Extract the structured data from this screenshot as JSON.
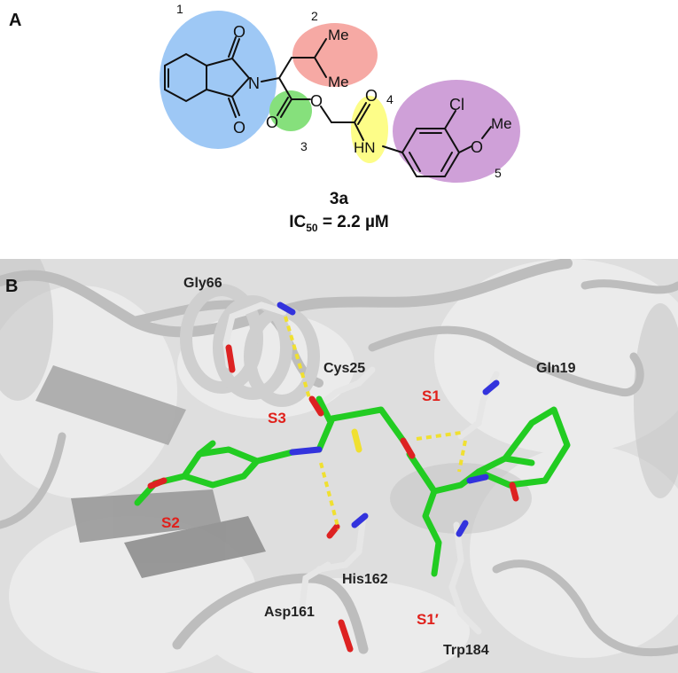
{
  "panel_a": {
    "letter": "A",
    "regions": [
      {
        "number": "1",
        "color": "#9ec8f5"
      },
      {
        "number": "2",
        "color": "#f6a9a4"
      },
      {
        "number": "3",
        "color": "#86e07c"
      },
      {
        "number": "4",
        "color": "#fdfd88"
      },
      {
        "number": "5",
        "color": "#cfa0d8"
      }
    ],
    "atoms": {
      "o_top": "O",
      "o_bottom": "O",
      "n_imide": "N",
      "me_top": "Me",
      "me_bottom": "Me",
      "o_ester_carbonyl": "O",
      "o_ester": "O",
      "o_amide": "O",
      "hn": "HN",
      "cl": "Cl",
      "o_methoxy": "O",
      "me_methoxy": "Me"
    },
    "compound_label": "3a",
    "ic50_prefix": "IC",
    "ic50_sub": "50",
    "ic50_value": " = 2.2 µM"
  },
  "panel_b": {
    "letter": "B",
    "residues": [
      "Gly66",
      "Cys25",
      "Gln19",
      "His162",
      "Asp161",
      "Trp184"
    ],
    "sites": [
      "S1",
      "S2",
      "S3",
      "S1′"
    ],
    "colors": {
      "ligand": "#22cc22",
      "protein": "#c8c8c8",
      "hbond": "#f0e030",
      "nitrogen": "#3333dd",
      "oxygen": "#dd2222"
    }
  }
}
